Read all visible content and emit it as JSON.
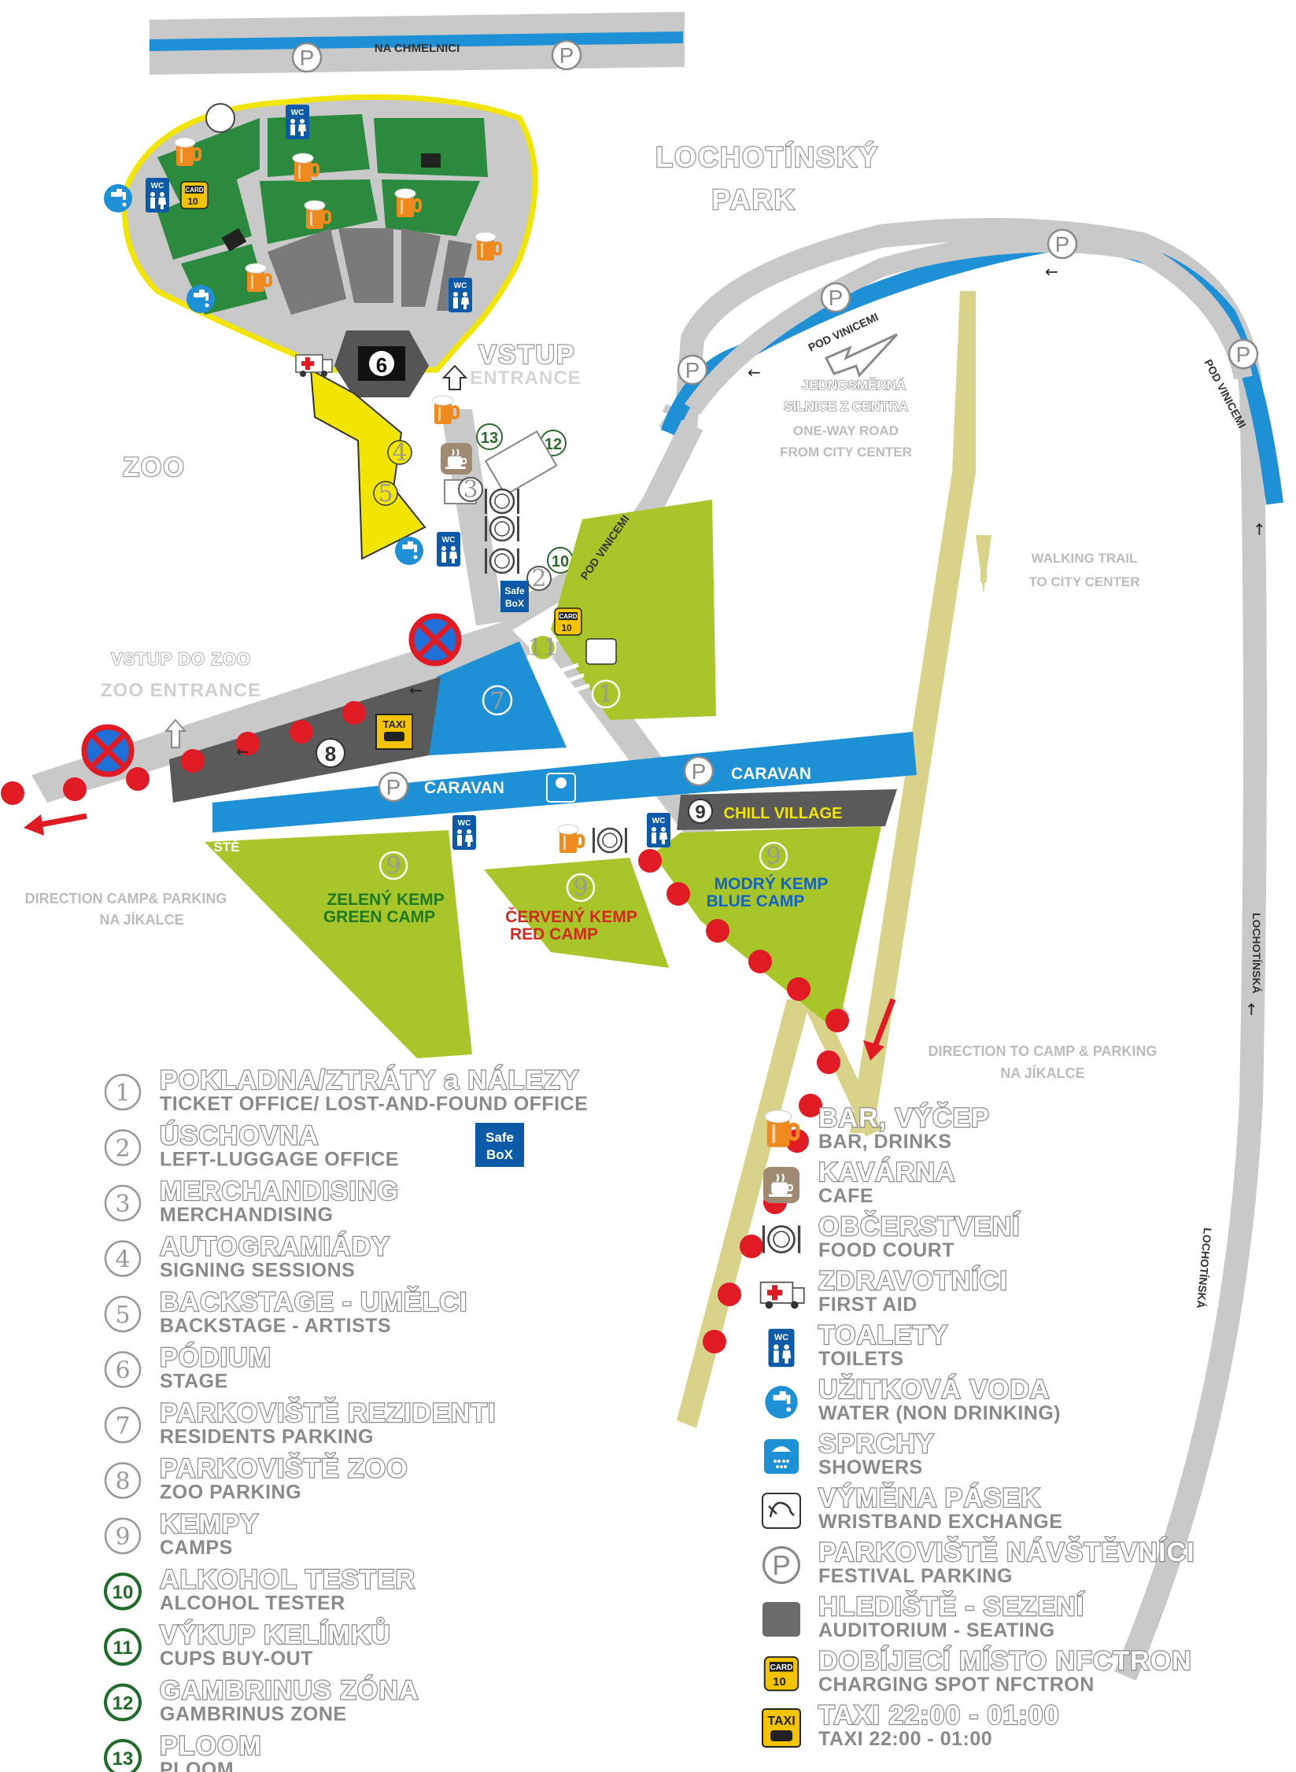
{
  "map": {
    "streets": {
      "na_chmelnici": "NA CHMELNICI",
      "pod_vinicemi_1": "POD VINICEMI",
      "pod_vinicemi_2": "POD VINICEMI",
      "pod_vinicemi_3": "POD VINICEMI",
      "lochotinska_1": "LOCHOTÍNSKÁ",
      "lochotinska_2": "LOCHOTÍNSKÁ"
    },
    "areas": {
      "park_line1": "LOCHOTÍNSKÝ",
      "park_line2": "PARK",
      "zoo": "ZOO",
      "vstup": "VSTUP",
      "entrance": "ENTRANCE",
      "vstup_zoo": "VSTUP DO ZOO",
      "zoo_entrance": "ZOO ENTRANCE",
      "oneway_1": "JEDNOSMĚRNÁ",
      "oneway_2": "SILNICE Z CENTRA",
      "oneway_3": "ONE-WAY ROAD",
      "oneway_4": "FROM CITY CENTER",
      "walk_1": "WALKING TRAIL",
      "walk_2": "TO CITY CENTER",
      "caravan_1": "CARAVAN",
      "caravan_2": "CARAVAN",
      "chill": "CHILL VILLAGE",
      "green_1": "ZELENÝ KEMP",
      "green_2": "GREEN CAMP",
      "red_1": "ČERVENÝ KEMP",
      "red_2": "RED CAMP",
      "blue_1": "MODRÝ KEMP",
      "blue_2": "BLUE CAMP",
      "dir_left_1": "DIRECTION CAMP& PARKING",
      "dir_left_2": "NA JÍKALCE",
      "dir_right_1": "DIRECTION TO CAMP & PARKING",
      "dir_right_2": "NA JÍKALCE",
      "partial_ste": "ŠTĚ",
      "taxi": "TAXI",
      "wc": "WC",
      "card": "CARD",
      "safe_1": "Safe",
      "safe_2": "BoX"
    },
    "map_numbers": {
      "n1": "1",
      "n2": "2",
      "n3": "3",
      "n4": "4",
      "n5": "5",
      "n6": "6",
      "n7": "7",
      "n8": "8",
      "n9a": "9",
      "n9b": "9",
      "n9c": "9",
      "n9d": "9",
      "n10": "10",
      "n11": "11",
      "n12": "12",
      "n13": "13"
    }
  },
  "legend_left": [
    {
      "num": "1",
      "cz": "POKLADNA/ZTRÁTY a NÁLEZY",
      "en": "TICKET OFFICE/ LOST-AND-FOUND OFFICE"
    },
    {
      "num": "2",
      "cz": "ÚSCHOVNA",
      "en": "LEFT-LUGGAGE OFFICE"
    },
    {
      "num": "3",
      "cz": "MERCHANDISING",
      "en": "MERCHANDISING"
    },
    {
      "num": "4",
      "cz": "AUTOGRAMIÁDY",
      "en": "SIGNING SESSIONS"
    },
    {
      "num": "5",
      "cz": "BACKSTAGE - UMĚLCI",
      "en": "BACKSTAGE - ARTISTS"
    },
    {
      "num": "6",
      "cz": "PÓDIUM",
      "en": "STAGE"
    },
    {
      "num": "7",
      "cz": "PARKOVIŠTĚ REZIDENTI",
      "en": "RESIDENTS PARKING"
    },
    {
      "num": "8",
      "cz": "PARKOVIŠTĚ ZOO",
      "en": "ZOO PARKING"
    },
    {
      "num": "9",
      "cz": "KEMPY",
      "en": "CAMPS"
    },
    {
      "num": "10",
      "cz": "ALKOHOL TESTER",
      "en": "ALCOHOL TESTER"
    },
    {
      "num": "11",
      "cz": "VÝKUP KELÍMKŮ",
      "en": "CUPS BUY-OUT"
    },
    {
      "num": "12",
      "cz": "GAMBRINUS ZÓNA",
      "en": "GAMBRINUS ZONE"
    },
    {
      "num": "13",
      "cz": "PLOOM",
      "en": "PLOOM"
    }
  ],
  "legend_right": [
    {
      "icon": "beer-icon",
      "cz": "BAR, VÝČEP",
      "en": "BAR, DRINKS"
    },
    {
      "icon": "coffee-icon",
      "cz": "KAVÁRNA",
      "en": "CAFE"
    },
    {
      "icon": "food-icon",
      "cz": "OBČERSTVENÍ",
      "en": "FOOD COURT"
    },
    {
      "icon": "ambulance-icon",
      "cz": "ZDRAVOTNÍCI",
      "en": "FIRST AID"
    },
    {
      "icon": "wc-icon",
      "cz": "TOALETY",
      "en": "TOILETS"
    },
    {
      "icon": "water-tap-icon",
      "cz": "UŽITKOVÁ VODA",
      "en": "WATER (NON DRINKING)"
    },
    {
      "icon": "shower-icon",
      "cz": "SPRCHY",
      "en": "SHOWERS"
    },
    {
      "icon": "wristband-icon",
      "cz": "VÝMĚNA PÁSEK",
      "en": "WRISTBAND EXCHANGE"
    },
    {
      "icon": "parking-icon",
      "cz": "PARKOVIŠTĚ NÁVŠTĚVNÍCI",
      "en": "FESTIVAL PARKING"
    },
    {
      "icon": "seating-icon",
      "cz": "HLEDIŠTĚ - SEZENÍ",
      "en": "AUDITORIUM - SEATING"
    },
    {
      "icon": "card-icon",
      "cz": "DOBÍJECÍ MÍSTO NFCTRON",
      "en": "CHARGING SPOT NFCTRON"
    },
    {
      "icon": "taxi-icon",
      "cz": "TAXI 22:00 - 01:00",
      "en": "TAXI 22:00 - 01:00"
    }
  ],
  "colors": {
    "grass": "#a8c52a",
    "dark_green": "#2b8a3e",
    "road": "#c9c9c9",
    "blue_road": "#1e90d6",
    "trail": "#d9d38a",
    "yellow": "#f2e600",
    "red_dot": "#e01b24",
    "dark_grey": "#5a5a5a"
  }
}
